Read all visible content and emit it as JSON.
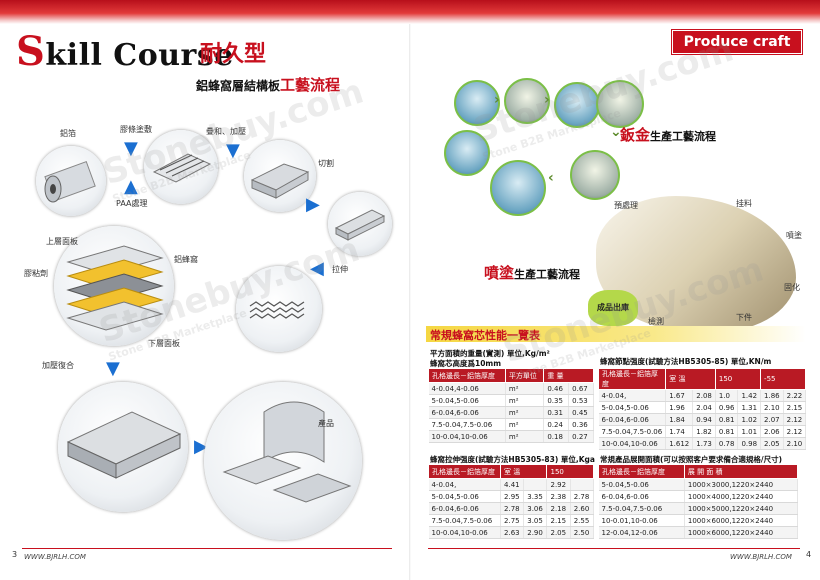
{
  "left_page": {
    "title_initial": "S",
    "title_rest": "kill Course",
    "title_cn": "耐久型",
    "subtitle_prefix": "鋁蜂窩層結構板",
    "subtitle_red": "工藝流程",
    "labels": {
      "glue": "膠條塗敷",
      "foil": "鋁箔",
      "paa": "PAA處理",
      "stack": "疊和、加壓",
      "cut": "切割",
      "stretch": "拉伸",
      "top_panel": "上層面板",
      "adhesive": "膠粘劑",
      "honeycomb": "鋁蜂窩",
      "bottom_panel": "下層面板",
      "press": "加壓復合",
      "product": "產品"
    },
    "page_number": "3",
    "footer_url": "WWW.BJRLH.COM"
  },
  "right_page": {
    "badge": "Produce craft",
    "sheet_metal_prefix": "鈑金",
    "sheet_metal_rest": "生產工藝流程",
    "spray_prefix": "噴塗",
    "spray_rest": "生產工藝流程",
    "spray_steps": {
      "pretreat": "預處理",
      "hang": "挂料",
      "spray": "噴塗",
      "cure": "固化",
      "unload": "下件",
      "inspect": "檢測",
      "ship": "成品出庫"
    },
    "performance_title": "常規蜂窩芯性能一覽表",
    "page_number": "4",
    "footer_url": "WWW.BJRLH.COM"
  },
  "watermark": {
    "brand": "Stonebuy.com",
    "tag": "Stone B2B Marketplace"
  },
  "tables": {
    "weight": {
      "caption1": "平方面積的重量(實測)  單位,Kg/m²",
      "caption2": "蜂窩芯高度爲10mm",
      "headers": [
        "孔格邊長－鋁箔厚度",
        "平方單位",
        "重 量"
      ],
      "rows": [
        [
          "4-0.04,4-0.06",
          "m²",
          "0.46",
          "0.67"
        ],
        [
          "5-0.04,5-0.06",
          "m²",
          "0.35",
          "0.53"
        ],
        [
          "6-0.04,6-0.06",
          "m²",
          "0.31",
          "0.45"
        ],
        [
          "7.5-0.04,7.5-0.06",
          "m²",
          "0.24",
          "0.36"
        ],
        [
          "10-0.04,10-0.06",
          "m²",
          "0.18",
          "0.27"
        ]
      ]
    },
    "shear": {
      "caption": "蜂窩節點强度(試驗方法HB5305-85)    單位,KN/m",
      "headers": [
        "孔格邊長－鋁箔厚度",
        "室 溫",
        "150",
        "-55"
      ],
      "rows": [
        [
          "4-0.04,",
          "1.67",
          "2.08",
          "1.0",
          "1.42",
          "1.86",
          "2.22"
        ],
        [
          "5-0.04,5-0.06",
          "1.96",
          "2.04",
          "0.96",
          "1.31",
          "2.10",
          "2.15"
        ],
        [
          "6-0.04,6-0.06",
          "1.84",
          "0.94",
          "0.81",
          "1.02",
          "2.07",
          "2.12"
        ],
        [
          "7.5-0.04,7.5-0.06",
          "1.74",
          "1.82",
          "0.81",
          "1.01",
          "2.06",
          "2.12"
        ],
        [
          "10-0.04,10-0.06",
          "1.612",
          "1.73",
          "0.78",
          "0.98",
          "2.05",
          "2.10"
        ]
      ]
    },
    "tensile": {
      "caption": "蜂窩拉伸强度(試驗方法HB5305-83)        單位,Kga",
      "headers": [
        "孔格邊長－鋁箔厚度",
        "室 溫",
        "150"
      ],
      "rows": [
        [
          "4-0.04,",
          "4.41",
          "",
          "2.92",
          ""
        ],
        [
          "5-0.04,5-0.06",
          "2.95",
          "3.35",
          "2.38",
          "2.78"
        ],
        [
          "6-0.04,6-0.06",
          "2.78",
          "3.06",
          "2.18",
          "2.60"
        ],
        [
          "7.5-0.04,7.5-0.06",
          "2.75",
          "3.05",
          "2.15",
          "2.55"
        ],
        [
          "10-0.04,10-0.06",
          "2.63",
          "2.90",
          "2.05",
          "2.50"
        ]
      ]
    },
    "area": {
      "caption": "常規產品展開面積(可以按照客户要求備合適規格/尺寸)",
      "headers": [
        "孔格邊長－鋁箔厚度",
        "展 開 面 積"
      ],
      "rows": [
        [
          "5-0.04,5-0.06",
          "1000×3000,1220×2440"
        ],
        [
          "6-0.04,6-0.06",
          "1000×4000,1220×2440"
        ],
        [
          "7.5-0.04,7.5-0.06",
          "1000×5000,1220×2440"
        ],
        [
          "10-0.01,10-0.06",
          "1000×6000,1220×2440"
        ],
        [
          "12-0.04,12-0.06",
          "1000×6000,1220×2440"
        ]
      ]
    }
  },
  "colors": {
    "accent_red": "#c8101e",
    "table_header": "#b91a24",
    "arrow_blue": "#1b6fd1"
  }
}
